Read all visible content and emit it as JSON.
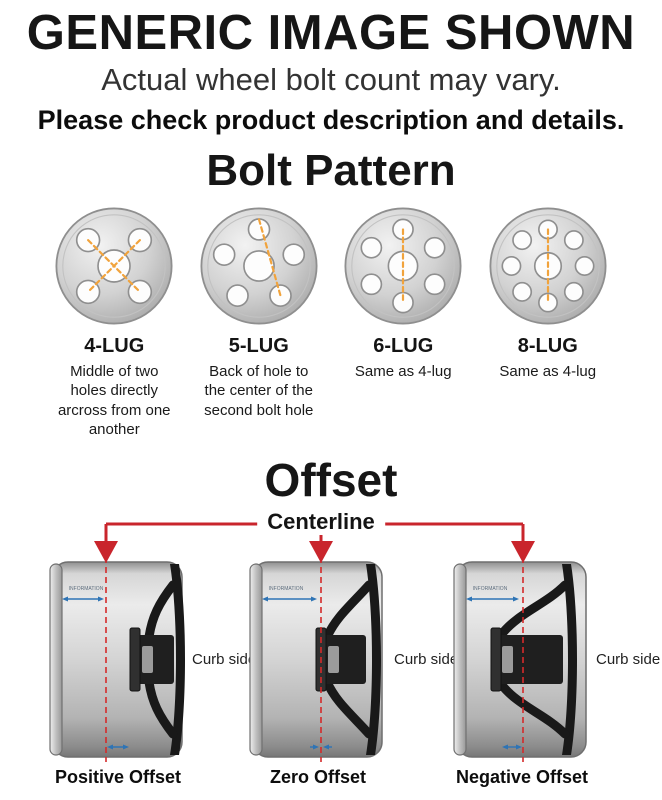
{
  "header": {
    "title": "GENERIC IMAGE SHOWN",
    "subtitle": "Actual wheel bolt count may vary.",
    "note": "Please check product description and details."
  },
  "bolt_pattern": {
    "title": "Bolt Pattern",
    "items": [
      {
        "label": "4-LUG",
        "description": "Middle of two holes directly arcross from one another"
      },
      {
        "label": "5-LUG",
        "description": "Back of hole to the center of the second bolt hole"
      },
      {
        "label": "6-LUG",
        "description": "Same as 4-lug"
      },
      {
        "label": "8-LUG",
        "description": "Same as 4-lug"
      }
    ]
  },
  "offset": {
    "title": "Offset",
    "centerline_label": "Centerline",
    "curb_side_label": "Curb side",
    "barrel_text": "INFORMATION",
    "items": [
      {
        "label": "Positive Offset"
      },
      {
        "label": "Zero Offset"
      },
      {
        "label": "Negative Offset"
      }
    ]
  },
  "colors": {
    "accent_red": "#c9252c",
    "accent_orange": "#f1a33c",
    "accent_blue": "#2e74b5"
  }
}
